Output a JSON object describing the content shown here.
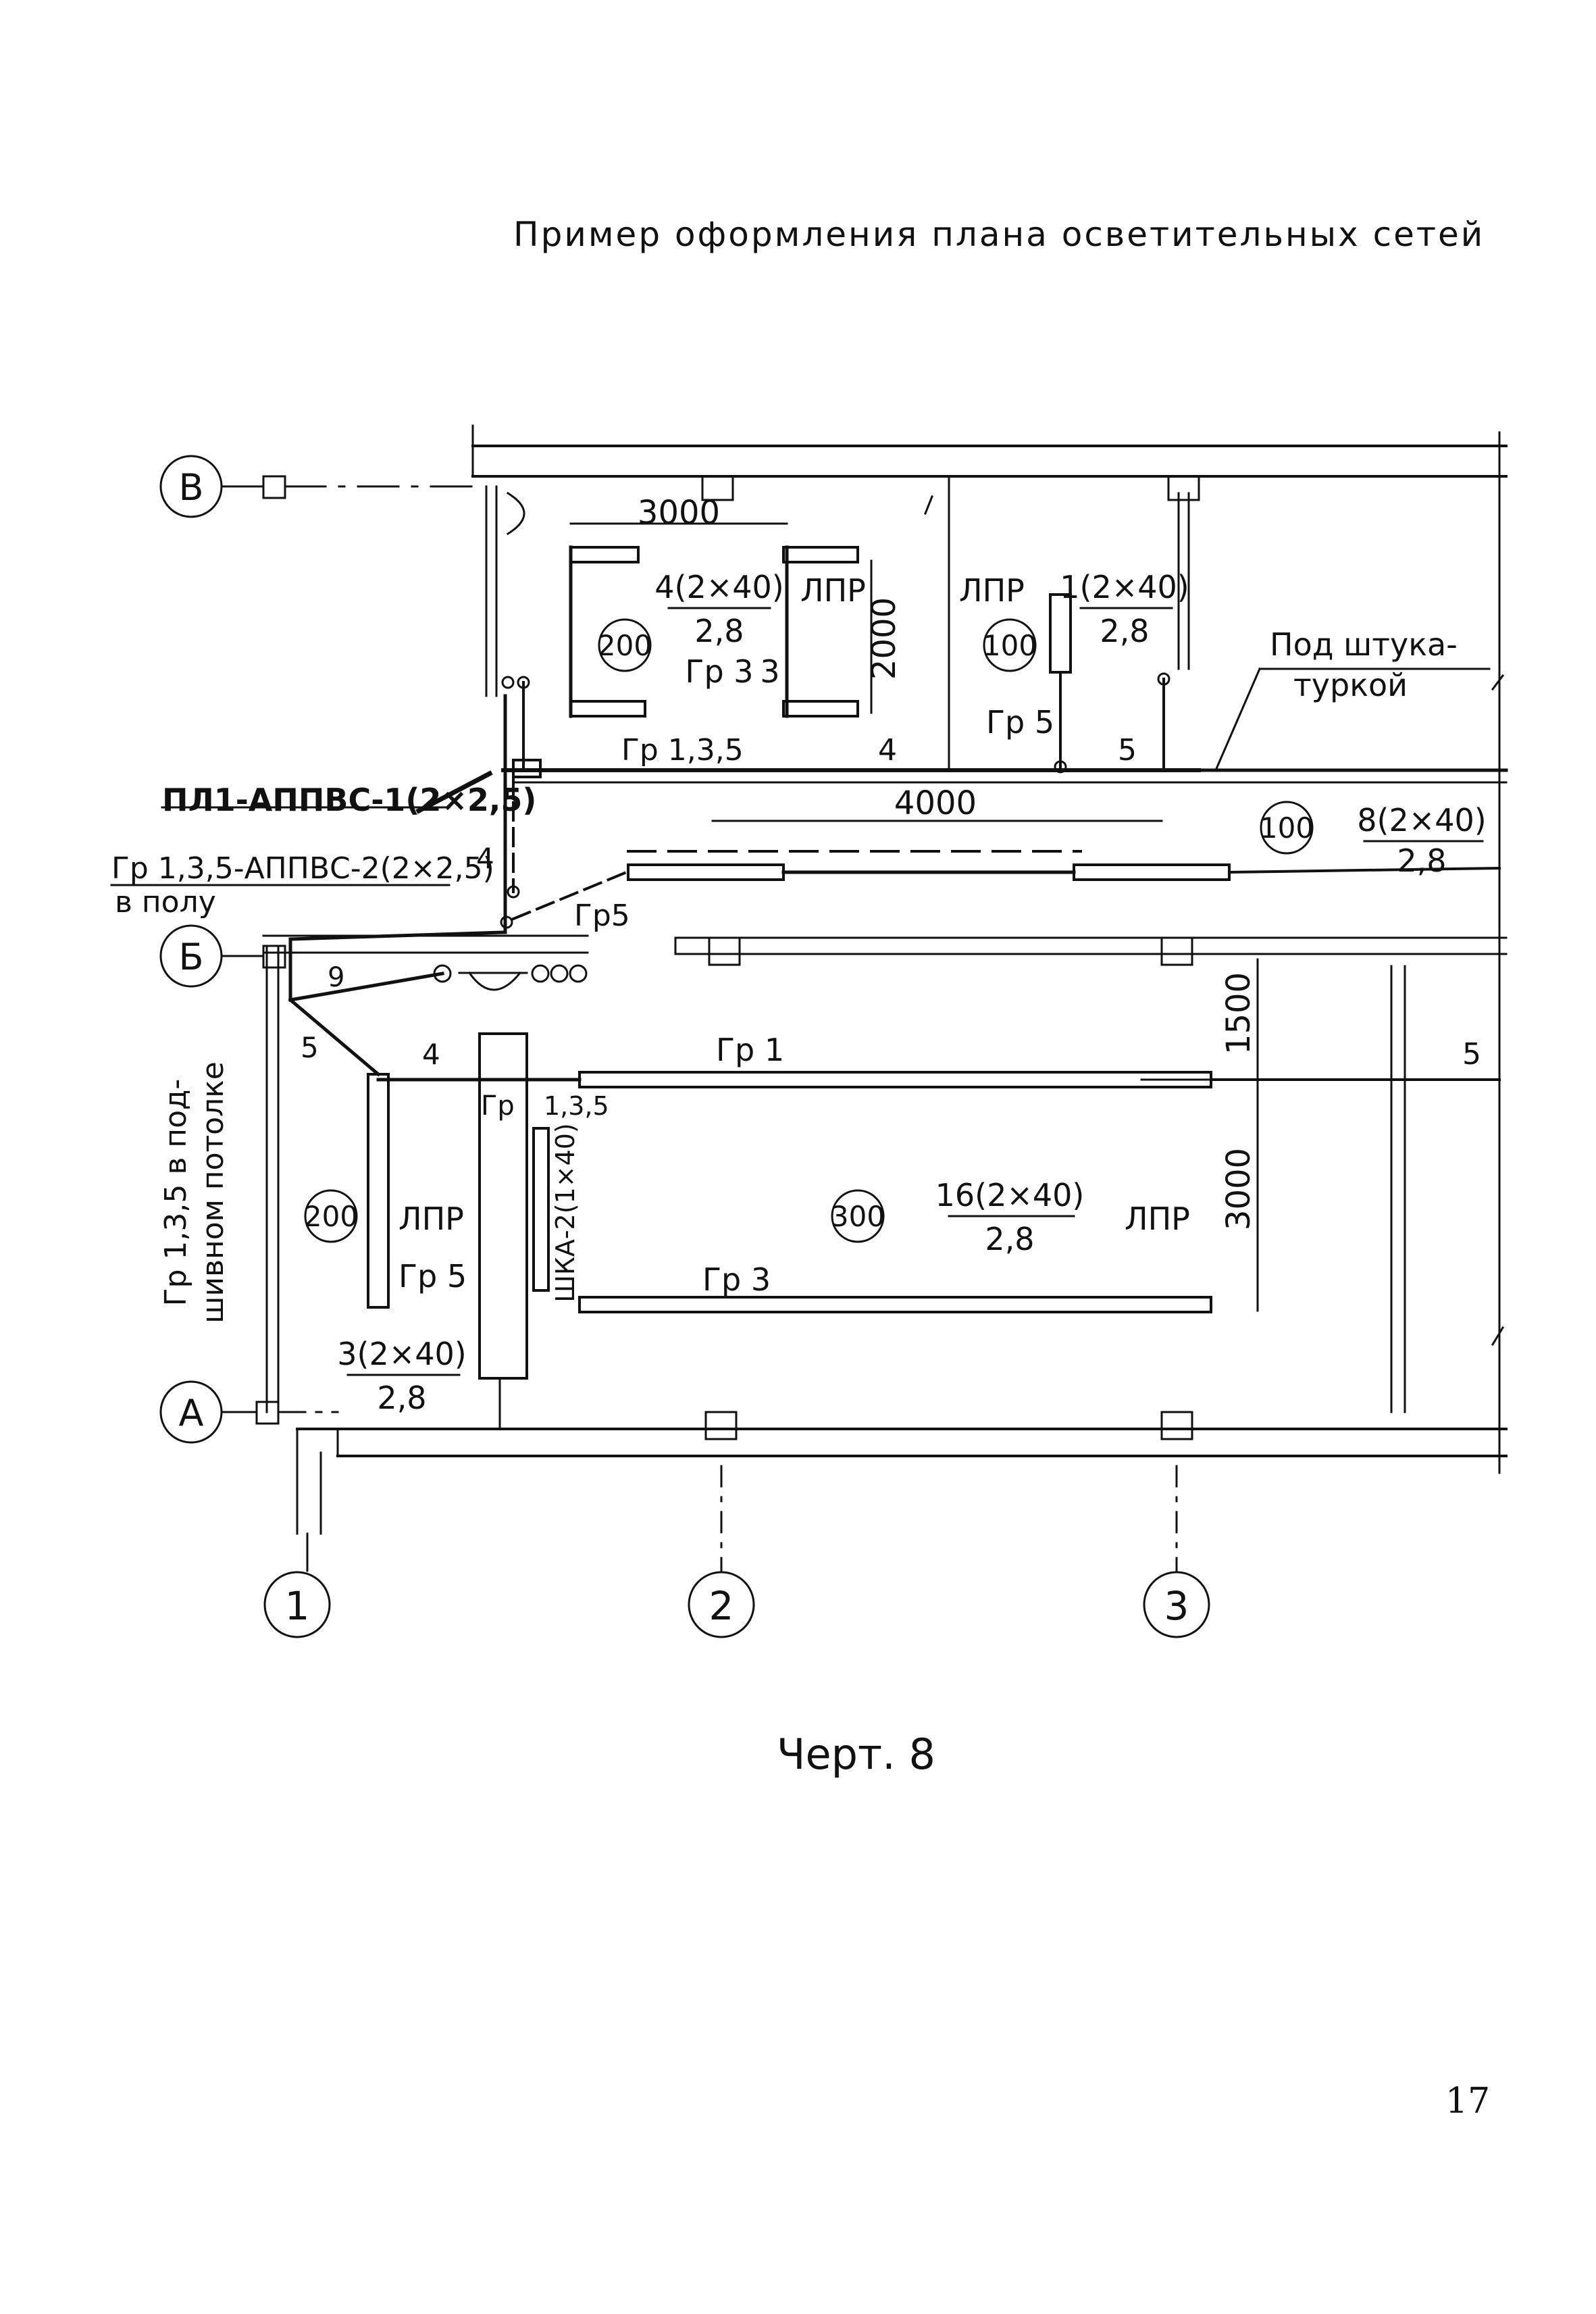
{
  "header": {
    "title": "Пример оформления плана осветительных сетей"
  },
  "caption": "Черт. 8",
  "page_number": "17",
  "grid_axes": {
    "rows": [
      "В",
      "Б",
      "А"
    ],
    "columns": [
      "1",
      "2",
      "3"
    ]
  },
  "dimensions": {
    "d3000_top": "3000",
    "d2000": "2000",
    "d4000": "4000",
    "d1500": "1500",
    "d3000_right": "3000"
  },
  "rooms": {
    "room1": {
      "lux": "200",
      "fixture": "4(2×40)",
      "height": "2,8",
      "type": "ЛПР",
      "group": "Гр 3",
      "wires": "3"
    },
    "room2": {
      "lux": "100",
      "fixture": "1(2×40)",
      "height": "2,8",
      "type": "ЛПР",
      "group": "Гр 5"
    },
    "corridor": {
      "lux": "100",
      "fixture": "8(2×40)",
      "height": "2,8"
    },
    "room_left": {
      "lux": "200",
      "fixture": "3(2×40)",
      "height": "2,8",
      "type": "ЛПР",
      "group": "Гр 5"
    },
    "hall": {
      "lux": "300",
      "fixture": "16(2×40)",
      "height": "2,8",
      "type": "ЛПР",
      "group1": "Гр 1",
      "group3": "Гр 3"
    }
  },
  "labels": {
    "pod_shtuk_1": "Под штука-",
    "pod_shtuk_2": "туркой",
    "gr135_top": "Гр 1,3,5",
    "wire_4_top": "4",
    "wire_5_top": "5",
    "pl1": "ПЛ1-АППВС-1(2×2,5)",
    "gr135_app": "Гр 1,3,5-АППВС-2(2×2,5)",
    "v_polu": "в полу",
    "wire_4_mid": "4",
    "gr5_mid": "Гр5",
    "wire_9": "9",
    "wire_5_left": "5",
    "wire_4_left": "4",
    "wire_5_right": "5",
    "gr_panel": "Гр",
    "gr_panel_nums": "1,3,5",
    "shk": "ШКА-2(1×40)",
    "vertical_1": "Гр 1,3,5 в под-",
    "vertical_2": "шивном потолке"
  }
}
